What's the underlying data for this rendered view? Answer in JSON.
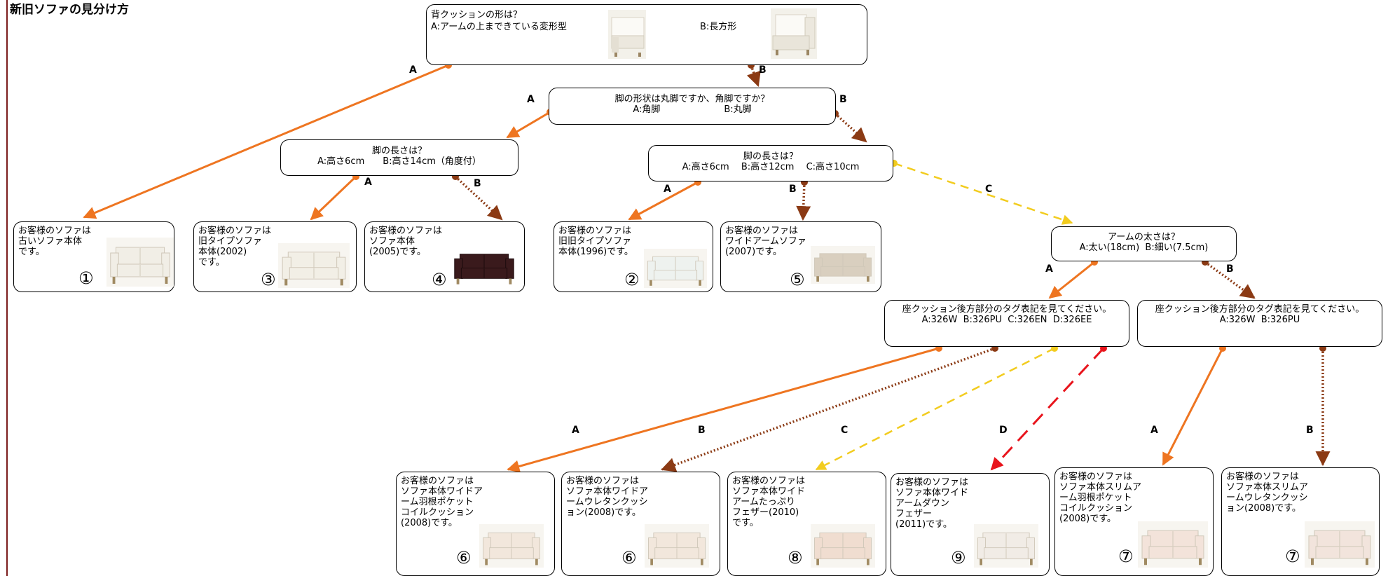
{
  "title": "新旧ソファの見分け方",
  "colors": {
    "orange": "#ee7521",
    "brown": "#8b3a14",
    "yellow": "#f2cc1f",
    "red": "#e8141c",
    "frame": "#7b1c1c"
  },
  "questions": {
    "q1": {
      "title": "背クッションの形は？",
      "a": "A:アームの上まできている変形型",
      "b": "B:長方形"
    },
    "q2": {
      "title": "脚の形状は丸脚ですか、角脚ですか？",
      "opts": "A:角脚　　　　　　　B:丸脚"
    },
    "q3": {
      "title": "脚の長さは？",
      "opts": "A:高さ6cm　　B:高さ14cm（角度付）"
    },
    "q4": {
      "title": "脚の長さは？",
      "opts": "A:高さ6cm　 B:高さ12cm　 C:高さ10cm"
    },
    "q5": {
      "title": "アームの太さは？",
      "opts": "A:太い(18cm)  B:細い(7.5cm)"
    },
    "q6": {
      "title": "座クッション後方部分のタグ表記を見てください。",
      "opts": "A:326W  B:326PU  C:326EN  D:326EE"
    },
    "q7": {
      "title": "座クッション後方部分のタグ表記を見てください。",
      "opts": "A:326W  B:326PU"
    }
  },
  "results": [
    {
      "text": "お客様のソファは\n古いソファ本体\nです。",
      "number": "①"
    },
    {
      "text": "お客様のソファは\n旧タイプソファ\n本体(2002)\nです。",
      "number": "③"
    },
    {
      "text": "お客様のソファは\nソファ本体\n(2005)です。",
      "number": "④"
    },
    {
      "text": "お客様のソファは\n旧旧タイプソファ\n本体(1996)です。",
      "number": "②"
    },
    {
      "text": "お客様のソファは\nワイドアームソファ\n(2007)です。",
      "number": "⑤"
    },
    {
      "text": "お客様のソファは\nソファ本体ワイドア\nーム羽根ポケット\nコイルクッション\n(2008)です。",
      "number": "⑥"
    },
    {
      "text": "お客様のソファは\nソファ本体ワイドア\nームウレタンクッシ\nョン(2008)です。",
      "number": "⑥"
    },
    {
      "text": "お客様のソファは\nソファ本体ワイド\nアームたっぷり\nフェザー(2010)\nです。",
      "number": "⑧"
    },
    {
      "text": "お客様のソファは\nソファ本体ワイド\nアームダウン\nフェザー\n(2011)です。",
      "number": "⑨"
    },
    {
      "text": "お客様のソファは\nソファ本体スリムア\nーム羽根ポケット\nコイルクッション\n(2008)です。",
      "number": "⑦"
    },
    {
      "text": "お客様のソファは\nソファ本体スリムア\nームウレタンクッシ\nョン(2008)です。",
      "number": "⑦"
    }
  ],
  "edge_labels": [
    "A",
    "B",
    "A",
    "B",
    "A",
    "B",
    "A",
    "B",
    "C",
    "A",
    "B",
    "A",
    "B",
    "C",
    "D",
    "A",
    "B"
  ]
}
